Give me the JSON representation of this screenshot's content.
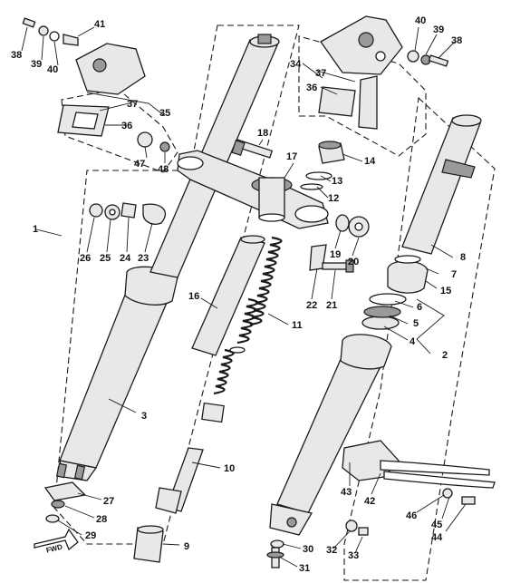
{
  "diagram": {
    "colors": {
      "ink": "#1a1a1a",
      "metal": "#e8e8e8",
      "shadow": "#2a2a2a"
    },
    "fwd_marker": "FWD",
    "callouts": [
      "1",
      "2",
      "3",
      "4",
      "5",
      "6",
      "7",
      "8",
      "9",
      "10",
      "11",
      "12",
      "13",
      "14",
      "15",
      "16",
      "17",
      "18",
      "19",
      "20",
      "21",
      "22",
      "23",
      "24",
      "25",
      "26",
      "27",
      "28",
      "29",
      "30",
      "31",
      "32",
      "33",
      "34",
      "35",
      "36",
      "37",
      "38",
      "39",
      "40",
      "41",
      "42",
      "43",
      "44",
      "45",
      "46",
      "47",
      "48"
    ],
    "callouts_dup": {
      "c36b": "36",
      "c37b": "37",
      "c38b": "38",
      "c39b": "39",
      "c40b": "40"
    }
  }
}
